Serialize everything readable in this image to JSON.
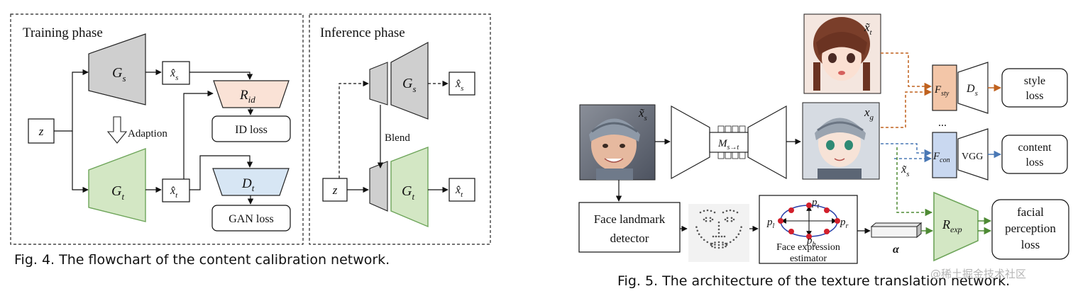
{
  "fig4": {
    "training_phase": "Training phase",
    "inference_phase": "Inference phase",
    "gs": "G",
    "gs_sub": "s",
    "gt": "G",
    "gt_sub": "t",
    "z": "z",
    "xs": "x̂",
    "xs_sub": "s",
    "xt": "x̂",
    "xt_sub": "t",
    "rid": "R",
    "rid_sub": "id",
    "dt": "D",
    "dt_sub": "t",
    "id_loss": "ID loss",
    "gan_loss": "GAN loss",
    "adaption": "Adaption",
    "blend": "Blend",
    "caption": "Fig. 4.  The flowchart of the content calibration network."
  },
  "fig5": {
    "xt_tilde": "x̃",
    "xt_tilde_sub": "t",
    "xs_tilde": "x̃",
    "xs_tilde_sub": "s",
    "xg": "x",
    "xg_sub": "g",
    "m": "M",
    "m_sub": "s→t",
    "f_sty": "F",
    "f_sty_sub": "sty",
    "f_con": "F",
    "f_con_sub": "con",
    "ds": "D",
    "ds_sub": "s",
    "vgg": "VGG",
    "dots": "...",
    "style_loss": [
      "style",
      "loss"
    ],
    "content_loss": [
      "content",
      "loss"
    ],
    "facial_loss": [
      "facial",
      "perception",
      "loss"
    ],
    "r_exp": "R",
    "r_exp_sub": "exp",
    "landmark": [
      "Face landmark",
      "detector"
    ],
    "estimator": [
      "Face expression",
      "estimator"
    ],
    "pt": "p",
    "pt_sub": "t",
    "pb": "p",
    "pb_sub": "b",
    "pl": "p",
    "pl_sub": "l",
    "pr": "p",
    "pr_sub": "r",
    "alpha": "α",
    "xs_tilde2": "x̃",
    "xs_tilde2_sub": "s",
    "caption": "Fig. 5.  The architecture of the texture translation network.",
    "watermark": "@稀土掘金技术社区"
  },
  "colors": {
    "gray_fill": "#cfcfcf",
    "green_fill": "#d3e7c4",
    "green_stroke": "#6ea55a",
    "rid_fill": "#fae2d6",
    "dt_fill": "#d7e6f4",
    "fsty_fill": "#f3c6a8",
    "fcon_fill": "#c9d8f0",
    "orange_arrow": "#c0621f",
    "blue_arrow": "#4a78b5",
    "green_arrow": "#4e8a34",
    "rexp_fill": "#d3e7c4"
  }
}
